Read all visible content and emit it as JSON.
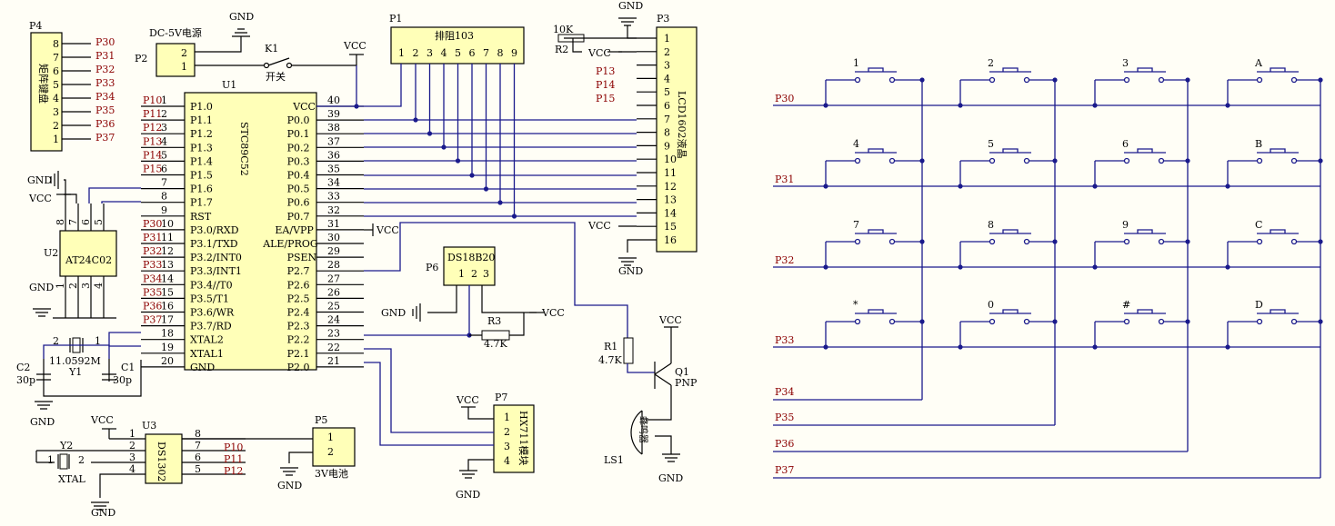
{
  "left": {
    "p4": {
      "ref": "P4",
      "label": "矩阵键盘",
      "pins": [
        "8",
        "7",
        "6",
        "5",
        "4",
        "3",
        "2",
        "1"
      ],
      "nets": [
        "P30",
        "P31",
        "P32",
        "P33",
        "P34",
        "P35",
        "P36",
        "P37"
      ]
    },
    "p2": {
      "ref": "P2",
      "label": "DC-5V电源",
      "pins": [
        "2",
        "1"
      ]
    },
    "gnd": "GND",
    "vcc": "VCC",
    "k1": {
      "ref": "K1",
      "label": "开关"
    },
    "p1": {
      "ref": "P1",
      "label": "排阻103",
      "pins": [
        "1",
        "2",
        "3",
        "4",
        "5",
        "6",
        "7",
        "8",
        "9"
      ]
    },
    "u1": {
      "ref": "U1",
      "name": "STC89C52",
      "left_pins": [
        {
          "num": "1",
          "name": "P1.0",
          "net": "P10"
        },
        {
          "num": "2",
          "name": "P1.1",
          "net": "P11"
        },
        {
          "num": "3",
          "name": "P1.2",
          "net": "P12"
        },
        {
          "num": "4",
          "name": "P1.3",
          "net": "P13"
        },
        {
          "num": "5",
          "name": "P1.4",
          "net": "P14"
        },
        {
          "num": "6",
          "name": "P1.5",
          "net": "P15"
        },
        {
          "num": "7",
          "name": "P1.6",
          "net": ""
        },
        {
          "num": "8",
          "name": "P1.7",
          "net": ""
        },
        {
          "num": "9",
          "name": "RST",
          "net": ""
        },
        {
          "num": "10",
          "name": "P3.0/RXD",
          "net": "P30"
        },
        {
          "num": "11",
          "name": "P3.1/TXD",
          "net": "P31"
        },
        {
          "num": "12",
          "name": "P3.2/INT0",
          "net": "P32"
        },
        {
          "num": "13",
          "name": "P3.3/INT1",
          "net": "P33"
        },
        {
          "num": "14",
          "name": "P3.4//T0",
          "net": "P34"
        },
        {
          "num": "15",
          "name": "P3.5/T1",
          "net": "P35"
        },
        {
          "num": "16",
          "name": "P3.6/WR",
          "net": "P36"
        },
        {
          "num": "17",
          "name": "P3.7/RD",
          "net": "P37"
        },
        {
          "num": "18",
          "name": "XTAL2",
          "net": ""
        },
        {
          "num": "19",
          "name": "XTAL1",
          "net": ""
        },
        {
          "num": "20",
          "name": "GND",
          "net": ""
        }
      ],
      "right_pins": [
        {
          "num": "40",
          "name": "VCC"
        },
        {
          "num": "39",
          "name": "P0.0"
        },
        {
          "num": "38",
          "name": "P0.1"
        },
        {
          "num": "37",
          "name": "P0.2"
        },
        {
          "num": "36",
          "name": "P0.3"
        },
        {
          "num": "35",
          "name": "P0.4"
        },
        {
          "num": "34",
          "name": "P0.5"
        },
        {
          "num": "33",
          "name": "P0.6"
        },
        {
          "num": "32",
          "name": "P0.7"
        },
        {
          "num": "31",
          "name": "EA/VPP"
        },
        {
          "num": "30",
          "name": "ALE/PROG"
        },
        {
          "num": "29",
          "name": "PSEN"
        },
        {
          "num": "28",
          "name": "P2.7"
        },
        {
          "num": "27",
          "name": "P2.6"
        },
        {
          "num": "26",
          "name": "P2.5"
        },
        {
          "num": "25",
          "name": "P2.4"
        },
        {
          "num": "24",
          "name": "P2.3"
        },
        {
          "num": "23",
          "name": "P2.2"
        },
        {
          "num": "22",
          "name": "P2.1"
        },
        {
          "num": "21",
          "name": "P2.0"
        }
      ]
    },
    "p3": {
      "ref": "P3",
      "label": "LCD1602液晶",
      "pins": [
        "1",
        "2",
        "3",
        "4",
        "5",
        "6",
        "7",
        "8",
        "9",
        "10",
        "11",
        "12",
        "13",
        "14",
        "15",
        "16"
      ],
      "nets": [
        "P13",
        "P14",
        "P15"
      ],
      "r2": "R2",
      "r2v": "10K"
    },
    "u2": {
      "ref": "U2",
      "name": "AT24C02",
      "top_pins": [
        "8",
        "7",
        "6",
        "5"
      ],
      "bot_pins": [
        "1",
        "2",
        "3",
        "4"
      ]
    },
    "y1": {
      "ref": "Y1",
      "value": "11.0592M",
      "c1": "C1",
      "c2": "C2",
      "cap": "30p",
      "p2": "2",
      "p1": "1"
    },
    "p6": {
      "ref": "P6",
      "name": "DS18B20",
      "pins": [
        "1",
        "2",
        "3"
      ],
      "r3": "R3",
      "r3v": "4.7K"
    },
    "q1": {
      "ref": "Q1",
      "type": "PNP",
      "r1": "R1",
      "r1v": "4.7K",
      "ls": "LS1",
      "buzzer": "蜂鸣器"
    },
    "u3": {
      "ref": "U3",
      "name": "DS1302",
      "left": [
        "1",
        "2",
        "3",
        "4"
      ],
      "right": [
        "8",
        "7",
        "6",
        "5"
      ],
      "nets": [
        "P10",
        "P11",
        "P12"
      ],
      "y2": "Y2",
      "xtal": "XTAL",
      "xp1": "1",
      "xp2": "2"
    },
    "p5": {
      "ref": "P5",
      "label": "3V电池",
      "pins": [
        "1",
        "2"
      ]
    },
    "p7": {
      "ref": "P7",
      "label": "HX711模块",
      "pins": [
        "1",
        "2",
        "3",
        "4"
      ]
    }
  },
  "keypad": {
    "rows": [
      "P30",
      "P31",
      "P32",
      "P33"
    ],
    "cols": [
      "P34",
      "P35",
      "P36",
      "P37"
    ],
    "keys": [
      [
        "1",
        "2",
        "3",
        "A"
      ],
      [
        "4",
        "5",
        "6",
        "B"
      ],
      [
        "7",
        "8",
        "9",
        "C"
      ],
      [
        "*",
        "0",
        "#",
        "D"
      ]
    ]
  }
}
